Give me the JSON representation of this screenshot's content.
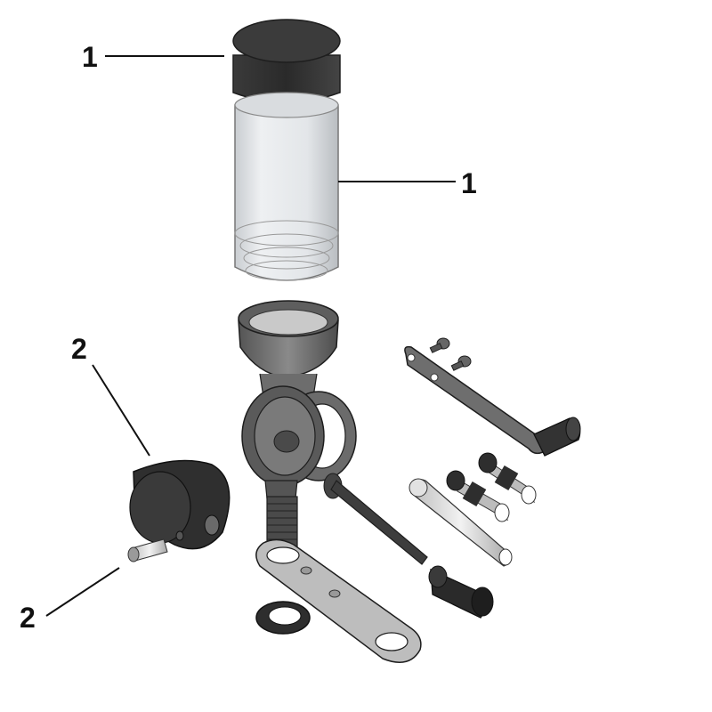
{
  "diagram": {
    "type": "exploded-parts-view",
    "colors": {
      "background": "#ffffff",
      "dark_part": "#2e2e2e",
      "mid_part": "#6a6a6a",
      "light_part": "#c8c8c8",
      "glass": "#e6e9ec",
      "outline": "#1e1e1e",
      "leader": "#111111"
    },
    "callouts": [
      {
        "id": "c1",
        "label": "1",
        "target": "reservoir-cap"
      },
      {
        "id": "c2",
        "label": "1",
        "target": "powder-reservoir-tube"
      },
      {
        "id": "c3",
        "label": "2",
        "target": "drum-rotor"
      },
      {
        "id": "c4",
        "label": "2",
        "target": "drum-pin"
      }
    ],
    "parts": [
      "reservoir-cap",
      "powder-reservoir-tube",
      "reservoir-collar",
      "measure-body",
      "drum-rotor",
      "drum-pin",
      "threaded-stem",
      "mounting-bracket",
      "lock-ring",
      "crank-handle",
      "handle-screws",
      "long-bolt",
      "drop-tube",
      "bushings",
      "knurled-adapter"
    ]
  }
}
